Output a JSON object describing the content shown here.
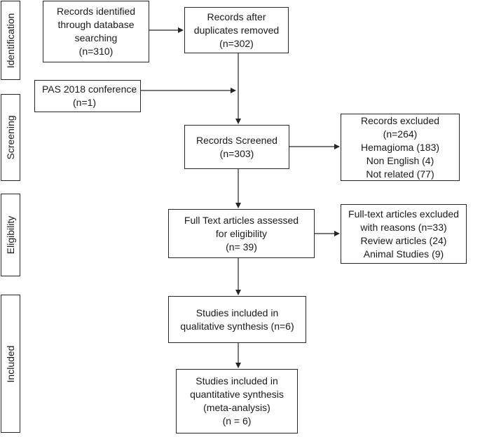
{
  "stages": [
    "Identification",
    "Screening",
    "Eligibility",
    "Included"
  ],
  "boxes": {
    "identified": [
      "Records identified",
      "through database",
      "searching",
      "(n=310)"
    ],
    "duplicates": [
      "Records after",
      "duplicates removed",
      "(n=302)"
    ],
    "conference": [
      "PAS 2018 conference",
      "(n=1)"
    ],
    "screened": [
      "Records Screened",
      "(n=303)"
    ],
    "excluded": [
      "Records excluded",
      "(n=264)",
      "Hemagioma (183)",
      "Non English (4)",
      "Not related (77)"
    ],
    "fulltext": [
      "Full Text articles assessed",
      "for eligibility",
      "(n= 39)"
    ],
    "fulltext_excluded": [
      "Full-text articles excluded",
      "with reasons (n=33)",
      "Review articles (24)",
      "Animal Studies (9)"
    ],
    "qualitative": [
      "Studies included in",
      "qualitative synthesis (n=6)"
    ],
    "quantitative": [
      "Studies included in",
      "quantitative synthesis",
      "(meta-analysis)",
      "(n = 6)"
    ]
  }
}
